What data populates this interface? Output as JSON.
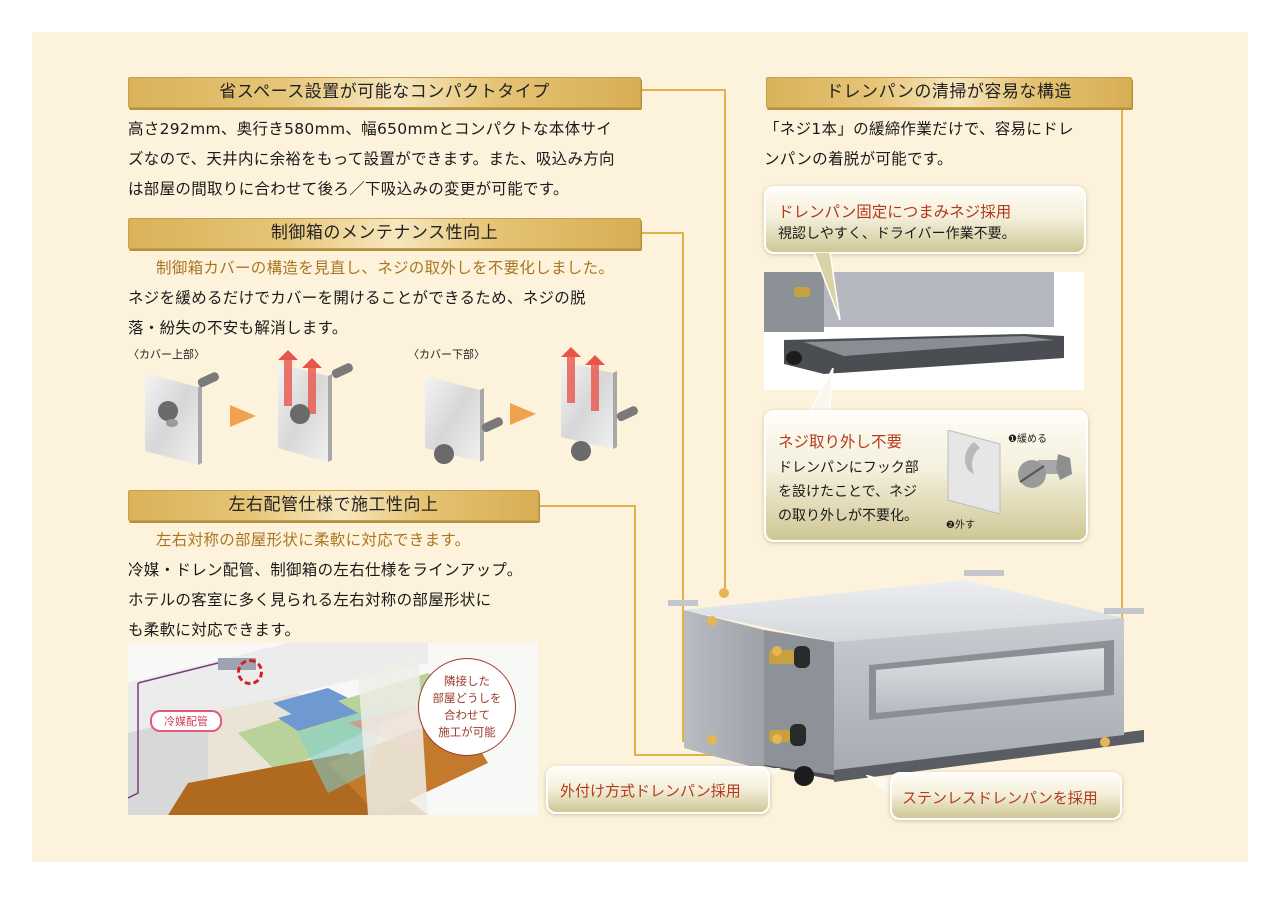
{
  "colors": {
    "background": "#fdf2dc",
    "header_gold": "#dcb660",
    "connector": "#e0b14a",
    "accent_text": "#a9761f",
    "callout_title": "#b5391c",
    "arrow_orange": "#f1a24e"
  },
  "sections": {
    "compact": {
      "title": "省スペース設置が可能なコンパクトタイプ",
      "lines": [
        "高さ292mm、奥行き580mm、幅650mmとコンパクトな本体サイ",
        "ズなので、天井内に余裕をもって設置ができます。また、吸込み方向",
        "は部屋の間取りに合わせて後ろ／下吸込みの変更が可能です。"
      ]
    },
    "maintenance": {
      "title": "制御箱のメンテナンス性向上",
      "lead": "制御箱カバーの構造を見直し、ネジの取外しを不要化しました。",
      "lines": [
        "ネジを緩めるだけでカバーを開けることができるため、ネジの脱",
        "落・紛失の不安も解消します。"
      ],
      "figures": {
        "top_label": "〈カバー上部〉",
        "bottom_label": "〈カバー下部〉"
      }
    },
    "piping": {
      "title": "左右配管仕様で施工性向上",
      "lead": "左右対称の部屋形状に柔軟に対応できます。",
      "lines": [
        "冷媒・ドレン配管、制御箱の左右仕様をラインアップ。",
        "ホテルの客室に多く見られる左右対称の部屋形状に",
        "も柔軟に対応できます。"
      ],
      "illustration": {
        "tag": "冷媒配管",
        "bubble_lines": [
          "隣接した",
          "部屋どうしを",
          "合わせて",
          "施工が可能"
        ]
      }
    },
    "drainpan": {
      "title": "ドレンパンの清掃が容易な構造",
      "lines": [
        "「ネジ1本」の緩締作業だけで、容易にドレ",
        "ンパンの着脱が可能です。"
      ],
      "callout_top": {
        "title": "ドレンパン固定につまみネジ採用",
        "text": "視認しやすく、ドライバー作業不要。"
      },
      "callout_bottom": {
        "title": "ネジ取り外し不要",
        "lines": [
          "ドレンパンにフック部",
          "を設けたことで、ネジ",
          "の取り外しが不要化。"
        ],
        "step1": "❶緩める",
        "step2": "❷外す"
      }
    }
  },
  "product_callouts": {
    "external_drainpan": "外付け方式ドレンパン採用",
    "stainless_drainpan": "ステンレスドレンパンを採用"
  }
}
